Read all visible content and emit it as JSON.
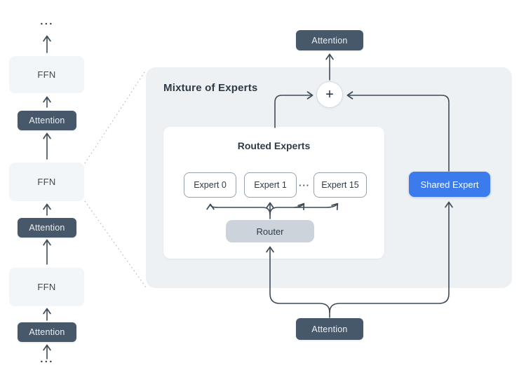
{
  "diagram": {
    "title": "Mixture of Experts",
    "left_stack": {
      "ellipsis_top": "···",
      "ffn_label": "FFN",
      "attention_label": "Attention",
      "ellipsis_bottom": "···"
    },
    "top_block_label": "Attention",
    "bottom_block_label": "Attention",
    "sum_symbol": "+",
    "routed_experts": {
      "title": "Routed Experts",
      "experts": [
        "Expert 0",
        "Expert 1",
        "Expert 15"
      ],
      "dots": "···",
      "router_label": "Router"
    },
    "shared_expert_label": "Shared Expert",
    "colors": {
      "dark_slate": "#46586a",
      "light_block": "#f3f6f8",
      "panel_background": "#edf1f4",
      "router_gray": "#ccd3da",
      "shared_expert_blue": "#3b7beb",
      "connector_line": "#3f4b57"
    }
  }
}
